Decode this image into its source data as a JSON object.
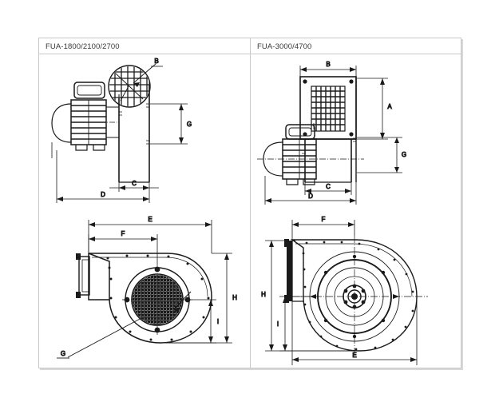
{
  "document": {
    "type": "technical-drawing-table",
    "description": "Dimensional drawing sheet for FUA series centrifugal fans"
  },
  "table": {
    "columns": [
      {
        "id": "col-left",
        "header": "FUA-1800/2100/2700"
      },
      {
        "id": "col-right",
        "header": "FUA-3000/4700"
      }
    ]
  },
  "drawings": {
    "top_left": {
      "name": "FUA-1800/2100/2700 side view",
      "view": "side-elevation",
      "dimension_labels": [
        "B",
        "G",
        "C",
        "D"
      ],
      "labels": {
        "b": "B",
        "g": "G",
        "c": "C",
        "d": "D"
      }
    },
    "top_right": {
      "name": "FUA-3000/4700 side view",
      "view": "side-elevation",
      "dimension_labels": [
        "B",
        "A",
        "G",
        "C",
        "D"
      ],
      "labels": {
        "b": "B",
        "a": "A",
        "g": "G",
        "c": "C",
        "d": "D"
      }
    },
    "bottom_left": {
      "name": "FUA-1800/2100/2700 front view",
      "view": "front-elevation",
      "dimension_labels": [
        "E",
        "F",
        "H",
        "I",
        "G"
      ],
      "labels": {
        "e": "E",
        "f": "F",
        "h": "H",
        "i": "I",
        "g": "G"
      }
    },
    "bottom_right": {
      "name": "FUA-3000/4700 front view",
      "view": "front-elevation",
      "dimension_labels": [
        "F",
        "H",
        "I",
        "E"
      ],
      "labels": {
        "f": "F",
        "h": "H",
        "i": "I",
        "e": "E"
      }
    }
  },
  "style": {
    "line_color": "#1a1a1a",
    "frame_color": "#c9c9c9",
    "background": "#ffffff",
    "text_color": "#3a3a3a"
  }
}
